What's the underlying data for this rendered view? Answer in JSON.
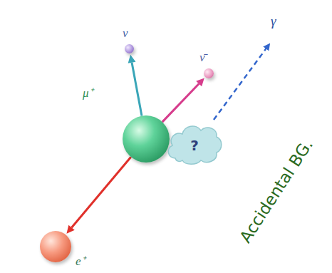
{
  "diagram": {
    "nodes": [
      {
        "text": [
          "μ⁺"
        ]
      },
      {
        "text": [
          "ν"
        ]
      },
      {
        "text": [
          "ν̄"
        ]
      },
      {
        "text": [
          "e⁺"
        ]
      },
      {
        "text": [
          "?"
        ]
      }
    ],
    "edges": [
      {
        "from": 0,
        "to": 1,
        "arrow": "to"
      },
      {
        "from": 0,
        "to": 2,
        "arrow": "to"
      },
      {
        "from": 0,
        "to": 3,
        "arrow": "to"
      }
    ],
    "labels": [
      "γ",
      "Accidental BG."
    ]
  }
}
